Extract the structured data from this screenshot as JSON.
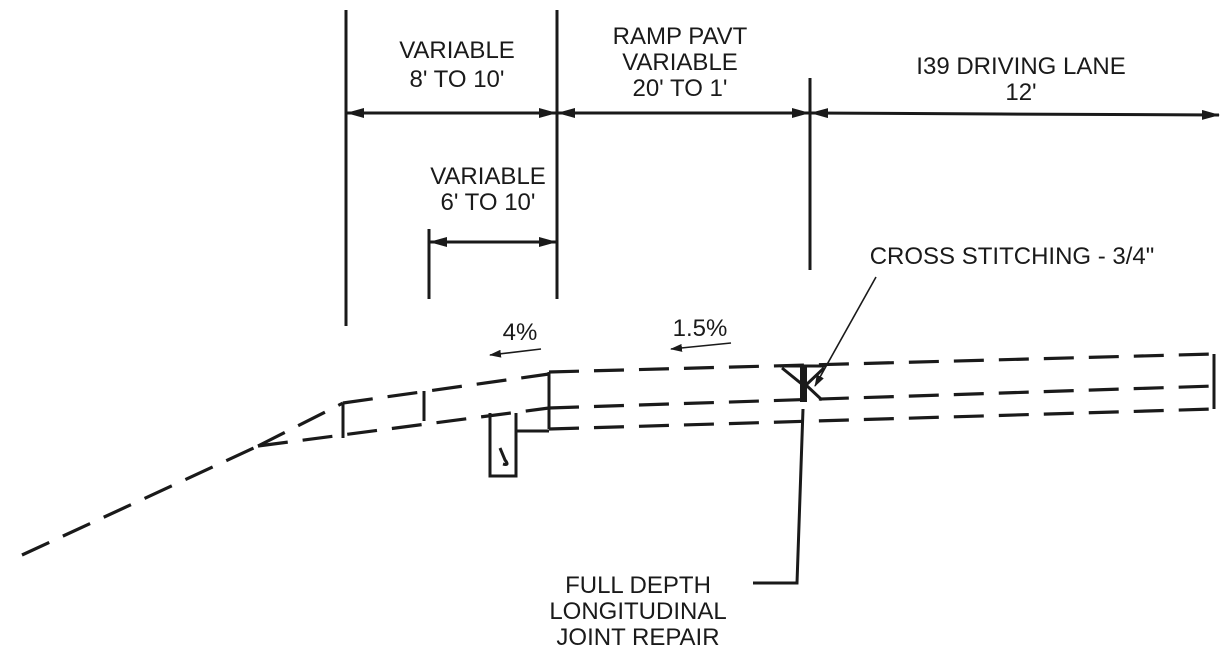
{
  "dimensions": {
    "shoulder_width": {
      "line1": "VARIABLE",
      "line2": "8' TO 10'"
    },
    "inner_width": {
      "line1": "VARIABLE",
      "line2": "6' TO 10'"
    },
    "ramp_pavement": {
      "line1": "RAMP PAVT",
      "line2": "VARIABLE",
      "line3": "20' TO 1'"
    },
    "driving_lane": {
      "line1": "I39 DRIVING LANE",
      "line2": "12'"
    }
  },
  "slopes": {
    "shoulder_slope": "4%",
    "pavement_slope": "1.5%"
  },
  "callouts": {
    "cross_stitching": "CROSS STITCHING - 3/4\"",
    "joint_repair": {
      "line1": "FULL DEPTH",
      "line2": "LONGITUDINAL",
      "line3": "JOINT REPAIR"
    }
  }
}
